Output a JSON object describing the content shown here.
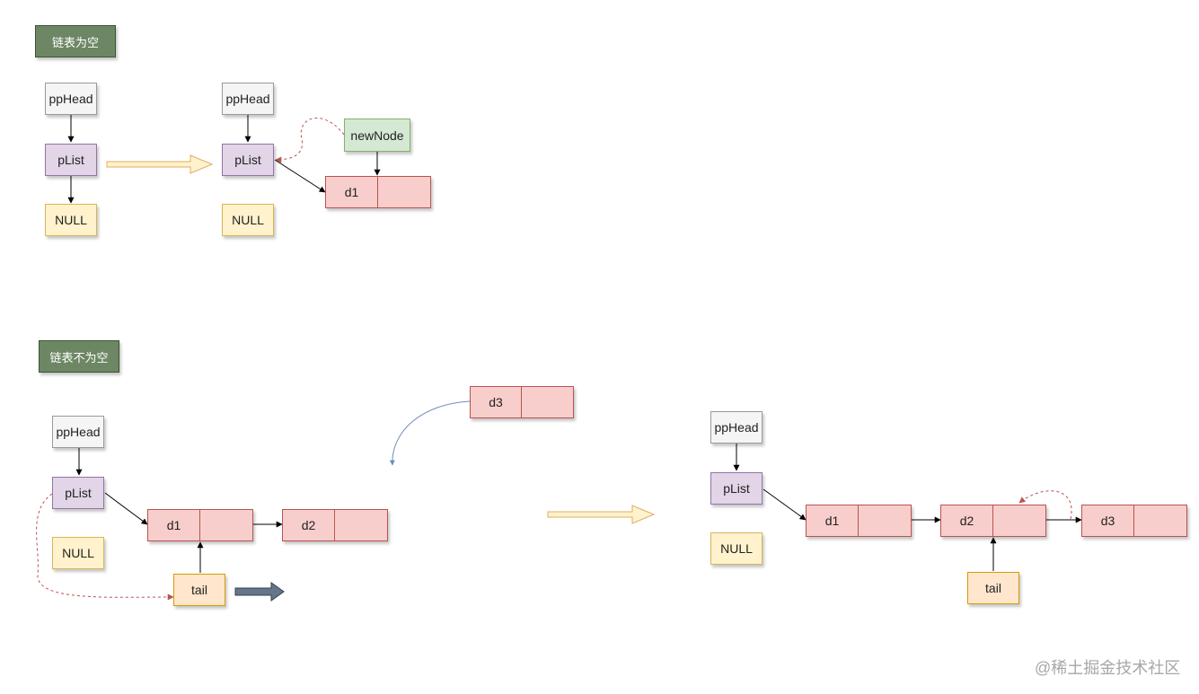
{
  "sections": {
    "empty": {
      "title": "链表为空",
      "before": {
        "pphead": "ppHead",
        "plist": "pList",
        "null": "NULL"
      },
      "after": {
        "pphead": "ppHead",
        "plist": "pList",
        "null": "NULL",
        "newnode": "newNode",
        "node_d1": "d1"
      }
    },
    "nonempty": {
      "title": "链表不为空",
      "before": {
        "pphead": "ppHead",
        "plist": "pList",
        "null": "NULL",
        "node_d1": "d1",
        "node_d2": "d2",
        "tail": "tail",
        "incoming": "d3"
      },
      "after": {
        "pphead": "ppHead",
        "plist": "pList",
        "null": "NULL",
        "node_d1": "d1",
        "node_d2": "d2",
        "node_d3": "d3",
        "tail": "tail"
      }
    }
  },
  "watermark": "@稀土掘金技术社区",
  "colors": {
    "title_fill": "#6d8764",
    "pphead_fill": "#f5f5f5",
    "plist_fill": "#e1d5e7",
    "null_fill": "#fff2cc",
    "newnode_fill": "#d5e8d4",
    "node_fill": "#f8cecc",
    "tail_fill": "#ffe6cc",
    "transition_arrow": "#fff2cc",
    "dashed_pointer": "#b85450",
    "incoming_curve": "#6c8ebf",
    "move_arrow": "#647687"
  }
}
